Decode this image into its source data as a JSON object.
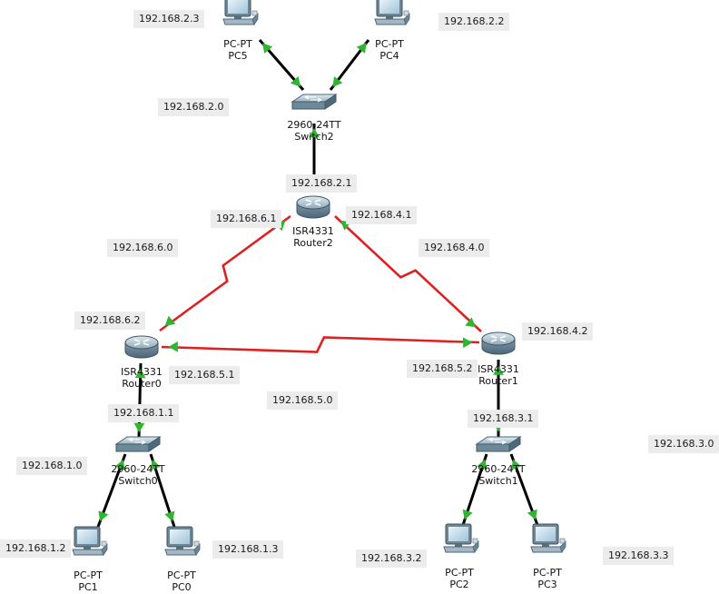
{
  "colors": {
    "serial_link": "#e02020",
    "ethernet_link": "#000000",
    "link_up_triangle": "#2fb52f",
    "note_background": "#ececec"
  },
  "devices": {
    "pc5": {
      "model": "PC-PT",
      "name": "PC5",
      "icon": "pc-icon"
    },
    "pc4": {
      "model": "PC-PT",
      "name": "PC4",
      "icon": "pc-icon"
    },
    "switch2": {
      "model": "2960-24TT",
      "name": "Switch2",
      "icon": "switch-icon"
    },
    "router2": {
      "model": "ISR4331",
      "name": "Router2",
      "icon": "router-icon"
    },
    "router0": {
      "model": "ISR4331",
      "name": "Router0",
      "icon": "router-icon"
    },
    "router1": {
      "model": "ISR4331",
      "name": "Router1",
      "icon": "router-icon"
    },
    "switch0": {
      "model": "2960-24TT",
      "name": "Switch0",
      "icon": "switch-icon"
    },
    "switch1": {
      "model": "2960-24TT",
      "name": "Switch1",
      "icon": "switch-icon"
    },
    "pc1": {
      "model": "PC-PT",
      "name": "PC1",
      "icon": "pc-icon"
    },
    "pc0": {
      "model": "PC-PT",
      "name": "PC0",
      "icon": "pc-icon"
    },
    "pc2": {
      "model": "PC-PT",
      "name": "PC2",
      "icon": "pc-icon"
    },
    "pc3": {
      "model": "PC-PT",
      "name": "PC3",
      "icon": "pc-icon"
    }
  },
  "notes": {
    "pc5_ip": "192.168.2.3",
    "pc4_ip": "192.168.2.2",
    "net_2_0": "192.168.2.0",
    "router2_g_sw2": "192.168.2.1",
    "router2_to_r0": "192.168.6.1",
    "router2_to_r1": "192.168.4.1",
    "net_6_0": "192.168.6.0",
    "net_4_0": "192.168.4.0",
    "router0_to_r2": "192.168.6.2",
    "router1_to_r2": "192.168.4.2",
    "router0_to_r1": "192.168.5.1",
    "router1_to_r0": "192.168.5.2",
    "net_5_0": "192.168.5.0",
    "router0_g_sw0": "192.168.1.1",
    "router1_g_sw1": "192.168.3.1",
    "net_1_0": "192.168.1.0",
    "net_3_0": "192.168.3.0",
    "pc1_ip": "192.168.1.2",
    "pc0_ip": "192.168.1.3",
    "pc2_ip": "192.168.3.2",
    "pc3_ip": "192.168.3.3"
  }
}
